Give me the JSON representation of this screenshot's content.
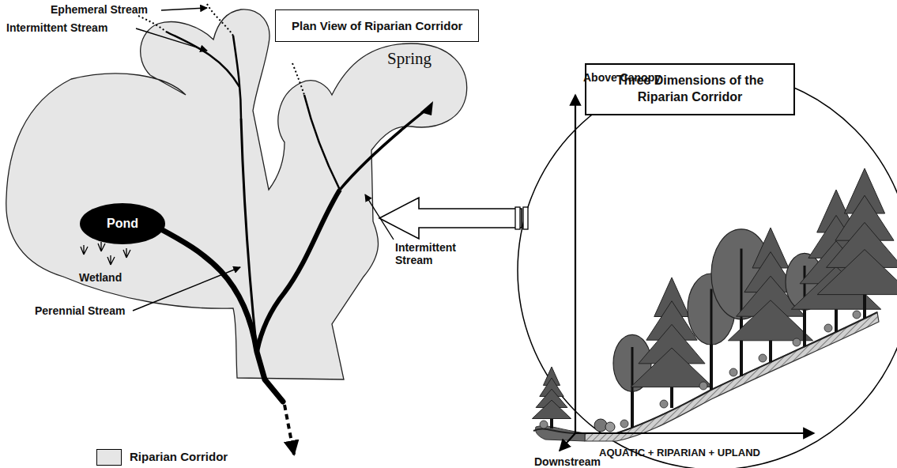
{
  "diagram": {
    "title": "Plan View of Riparian Corridor",
    "nodes": [
      {
        "text": [
          "Pond"
        ]
      },
      {
        "text": [
          "Three Dimensions of the Riparian Corridor"
        ]
      }
    ],
    "labels": [
      "Spring",
      "Ephemeral Stream",
      "Intermittent Stream",
      "Wetland",
      "Perennial Stream",
      "Intermittent Stream",
      "Above Canopy",
      "AQUATIC + RIPARIAN + UPLAND",
      "Downstream"
    ],
    "legend": [
      {
        "text": "Riparian Corridor",
        "color": "#e6e6e6"
      }
    ]
  }
}
